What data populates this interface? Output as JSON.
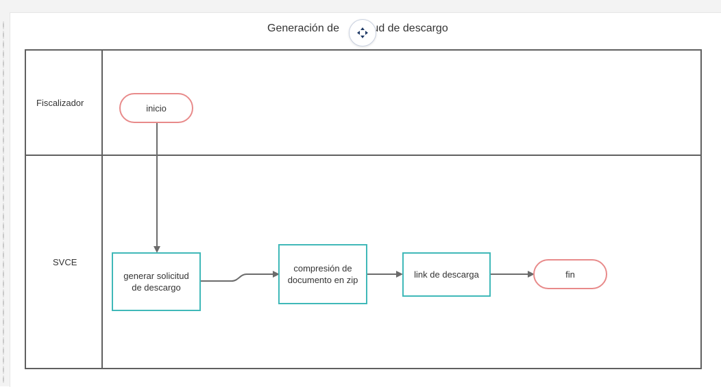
{
  "diagram": {
    "title": "Generación de solicitud de descargo",
    "title_visible_left": "Generación de",
    "title_visible_right": "tud de descargo",
    "lanes": [
      {
        "label": "Fiscalizador"
      },
      {
        "label": "SVCE"
      }
    ],
    "nodes": {
      "start": {
        "label": "inicio",
        "shape": "terminal"
      },
      "generate_request": {
        "label": "generar solicitud de descargo",
        "shape": "process"
      },
      "compress_document": {
        "label": "compresión de documento en zip",
        "shape": "process"
      },
      "download_link": {
        "label": "link de descarga",
        "shape": "process"
      },
      "end": {
        "label": "fin",
        "shape": "terminal"
      }
    },
    "edges": [
      {
        "from": "start",
        "to": "generate_request"
      },
      {
        "from": "generate_request",
        "to": "compress_document"
      },
      {
        "from": "compress_document",
        "to": "download_link"
      },
      {
        "from": "download_link",
        "to": "end"
      }
    ],
    "colors": {
      "terminal_border": "#e88a8a",
      "process_border": "#3fb8b8",
      "lane_border": "#5f5f5f",
      "connector": "#6b6b6b",
      "move_handle_icon": "#1f3a66"
    },
    "icons": {
      "move_handle": "move-arrows-icon"
    }
  }
}
